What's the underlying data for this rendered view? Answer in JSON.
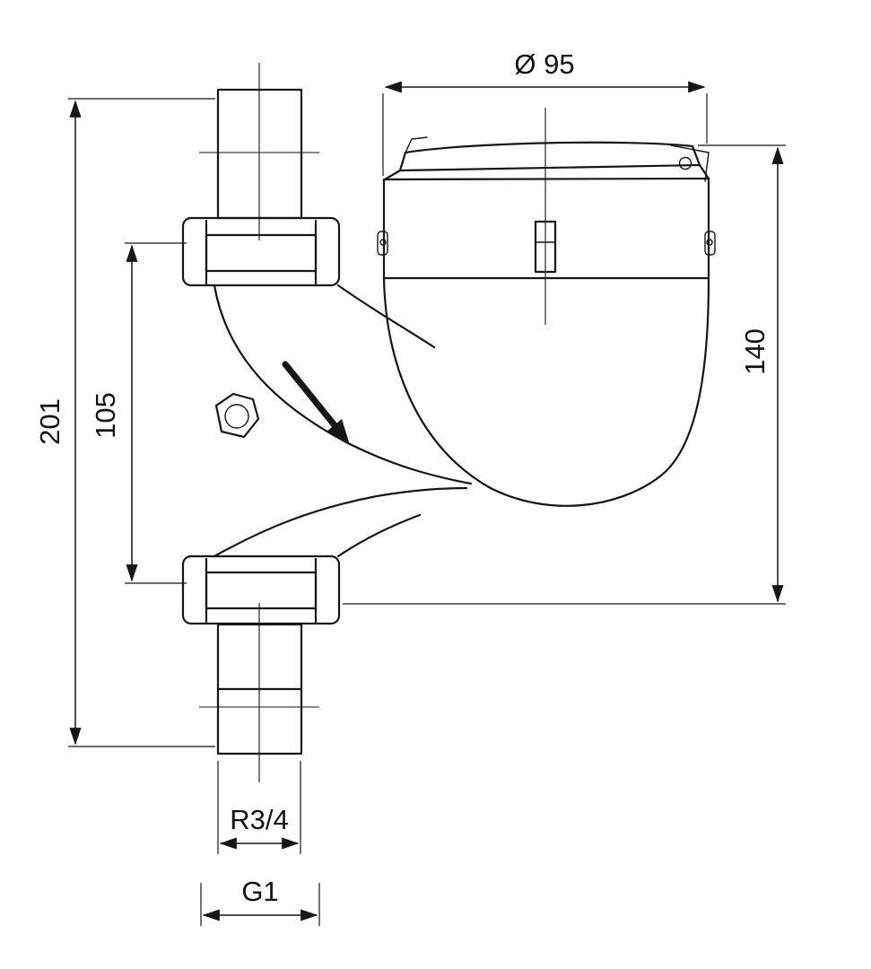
{
  "drawing": {
    "type": "technical-dimension-drawing",
    "subject": "water-meter-with-union-connections",
    "labels": {
      "total_height": "201",
      "hub_distance": "105",
      "head_diameter": "Ø 95",
      "side_height": "140",
      "pipe_thread": "R3/4",
      "nut_thread": "G1"
    },
    "line_color": "#161616",
    "background_color": "#ffffff"
  }
}
